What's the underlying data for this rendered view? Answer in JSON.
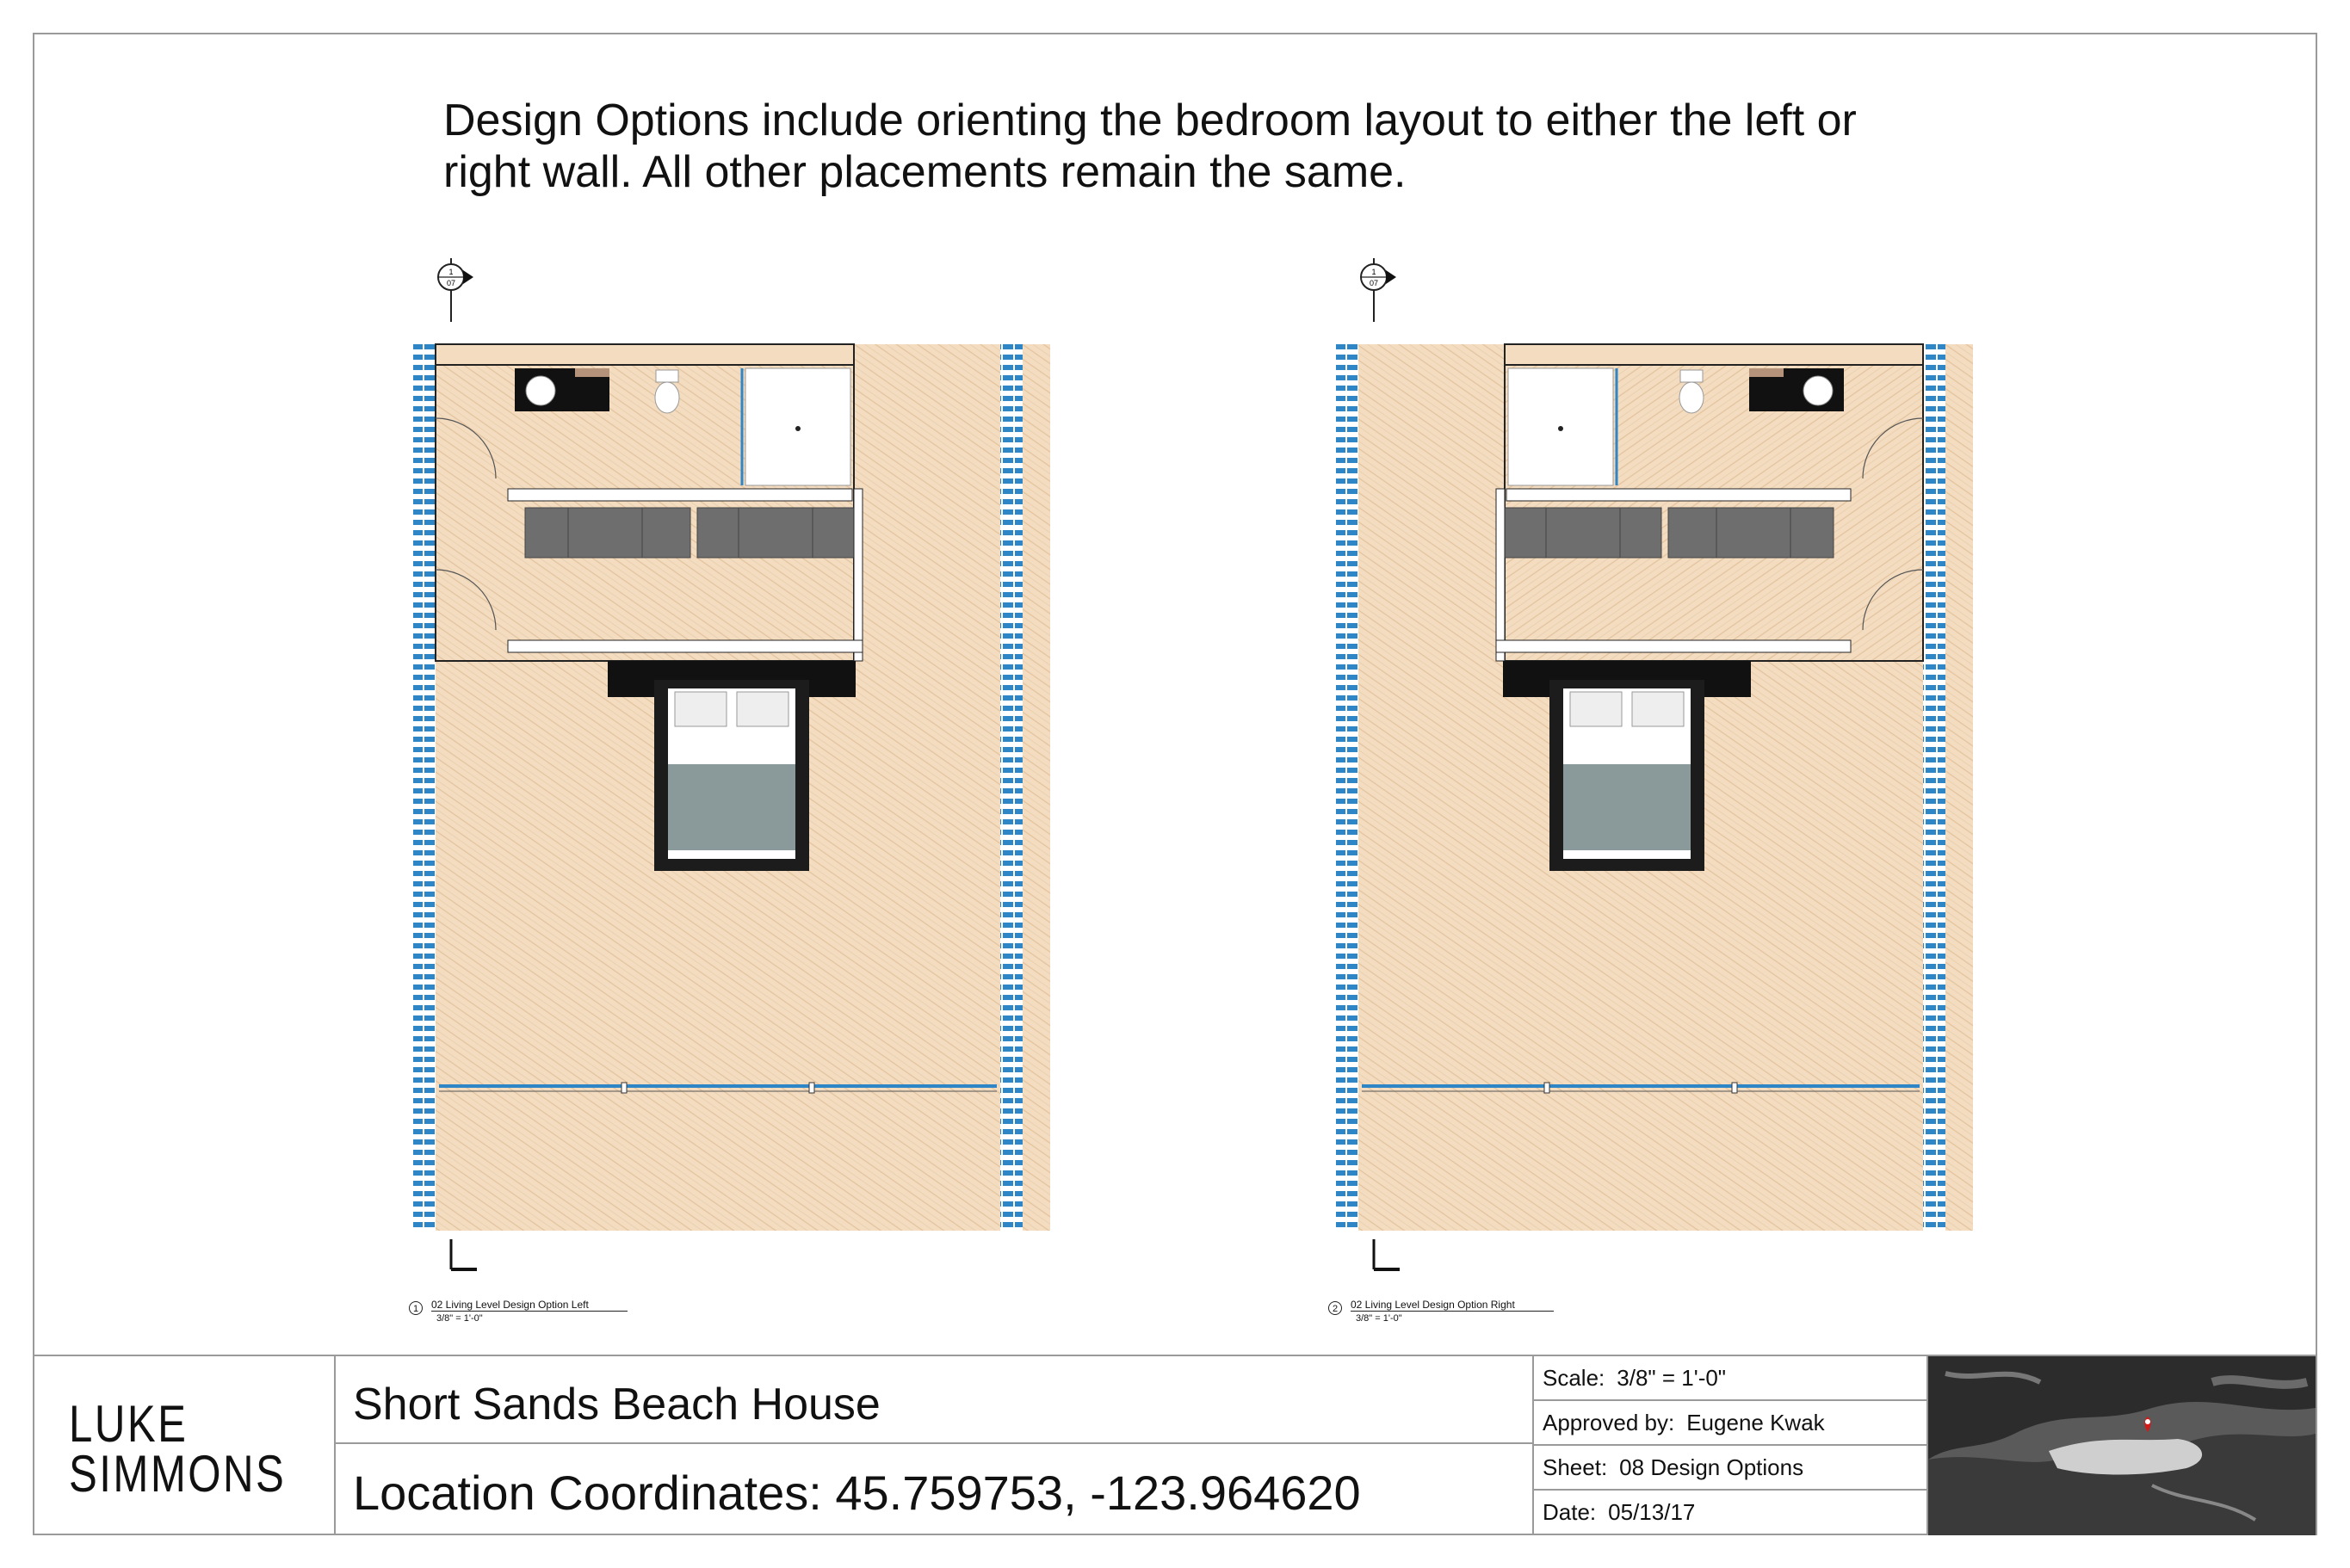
{
  "intro": {
    "line1": "Design Options include orienting the bedroom layout to either the left or",
    "line2": "right wall. All other placements remain the same."
  },
  "section_marker": {
    "number": "1",
    "sheet": "07"
  },
  "plans": [
    {
      "number": "1",
      "title": "02 Living Level Design Option Left",
      "scale": "3/8\" = 1'-0\"",
      "orientation": "left"
    },
    {
      "number": "2",
      "title": "02 Living Level Design Option Right",
      "scale": "3/8\" = 1'-0\"",
      "orientation": "right"
    }
  ],
  "title_block": {
    "logo_line1": "LUKE",
    "logo_line2": "SIMMONS",
    "project_name": "Short Sands Beach House",
    "location": "Location Coordinates: 45.759753, -123.964620",
    "scale_label": "Scale:",
    "scale_value": "3/8\" = 1'-0\"",
    "approved_label": "Approved by:",
    "approved_value": "Eugene Kwak",
    "sheet_label": "Sheet:",
    "sheet_value": "08 Design Options",
    "date_label": "Date:",
    "date_value": "05/13/17"
  },
  "colors": {
    "floor": "#f2d8b8",
    "wall_tile": "#2f86c6",
    "cabinet": "#6e6e6e",
    "bed_frame": "#1c1c1c",
    "bed_cover": "#8a9a9a",
    "map_pin": "#d11a1a"
  }
}
